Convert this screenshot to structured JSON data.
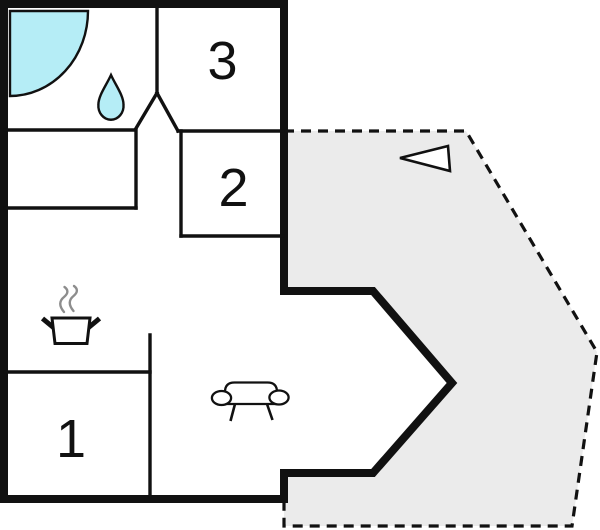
{
  "floorplan": {
    "rooms": [
      {
        "label": "1"
      },
      {
        "label": "2"
      },
      {
        "label": "3"
      }
    ],
    "colors": {
      "wall": "#111111",
      "water": "#b5edf6",
      "terrace": "#ebebeb",
      "steam": "#8d8d8d",
      "background": "#ffffff"
    },
    "icons": [
      {
        "name": "shower-icon"
      },
      {
        "name": "water-drop-icon"
      },
      {
        "name": "cooking-pot-icon"
      },
      {
        "name": "steam-icon"
      },
      {
        "name": "sofa-icon"
      },
      {
        "name": "direction-arrow-icon"
      }
    ]
  }
}
